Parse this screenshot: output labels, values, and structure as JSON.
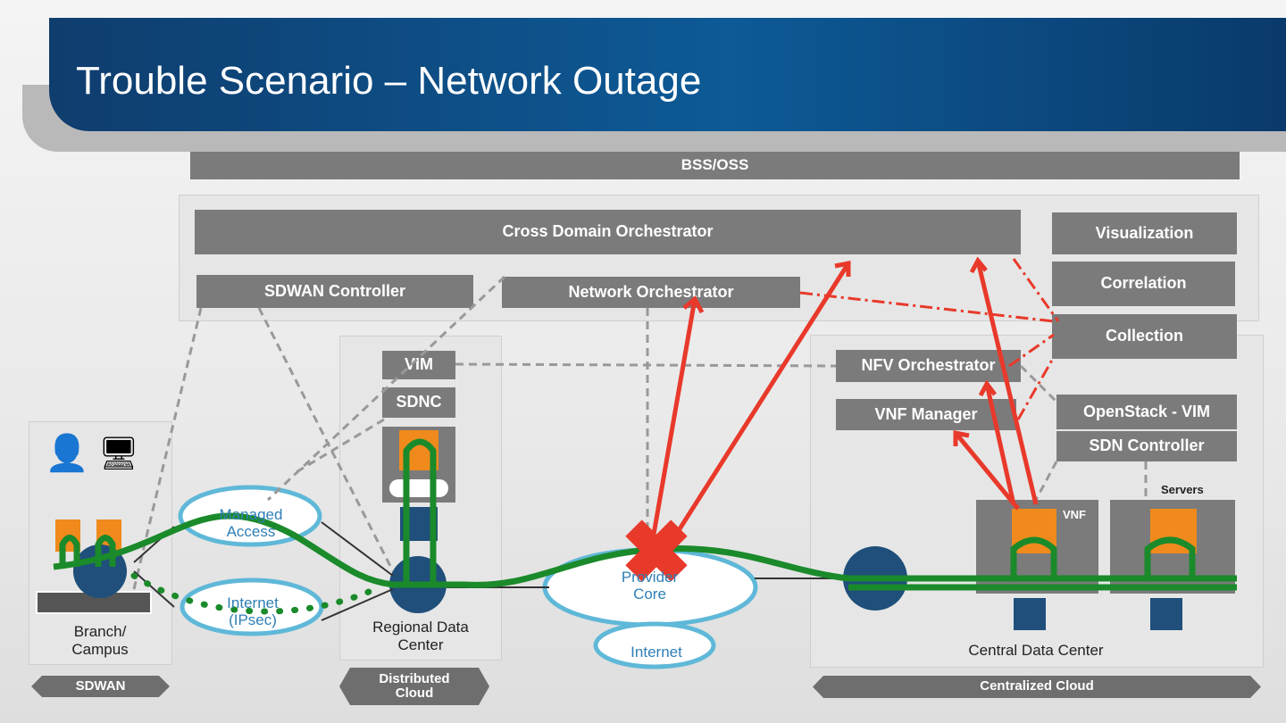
{
  "title": "Trouble Scenario – Network Outage",
  "top": {
    "bss_oss": "BSS/OSS",
    "cross_domain": "Cross Domain Orchestrator",
    "visualization": "Visualization",
    "correlation": "Correlation",
    "collection": "Collection",
    "sdwan_controller": "SDWAN Controller",
    "network_orchestrator": "Network Orchestrator"
  },
  "regional": {
    "vim": "VIM",
    "sdnc": "SDNC",
    "label": "Regional Data Center",
    "domain": "Distributed Cloud"
  },
  "branch": {
    "label": "Branch/ Campus",
    "domain": "SDWAN"
  },
  "clouds": {
    "managed": "Managed Access",
    "internet_ipsec": "Internet (IPsec)",
    "provider": "Provider Core",
    "internet": "Internet"
  },
  "central": {
    "nfv": "NFV Orchestrator",
    "vnfm": "VNF Manager",
    "openstack": "OpenStack - VIM",
    "sdn": "SDN Controller",
    "servers": "Servers",
    "vnf": "VNF",
    "label": "Central Data Center",
    "domain": "Centralized Cloud"
  },
  "colors": {
    "banner": "#0d5a96",
    "box": "#7b7b7b",
    "path": "#1a8a2a",
    "alert": "#e8392b",
    "cloud": "#5fb8d8",
    "vnf": "#f08a1c"
  }
}
